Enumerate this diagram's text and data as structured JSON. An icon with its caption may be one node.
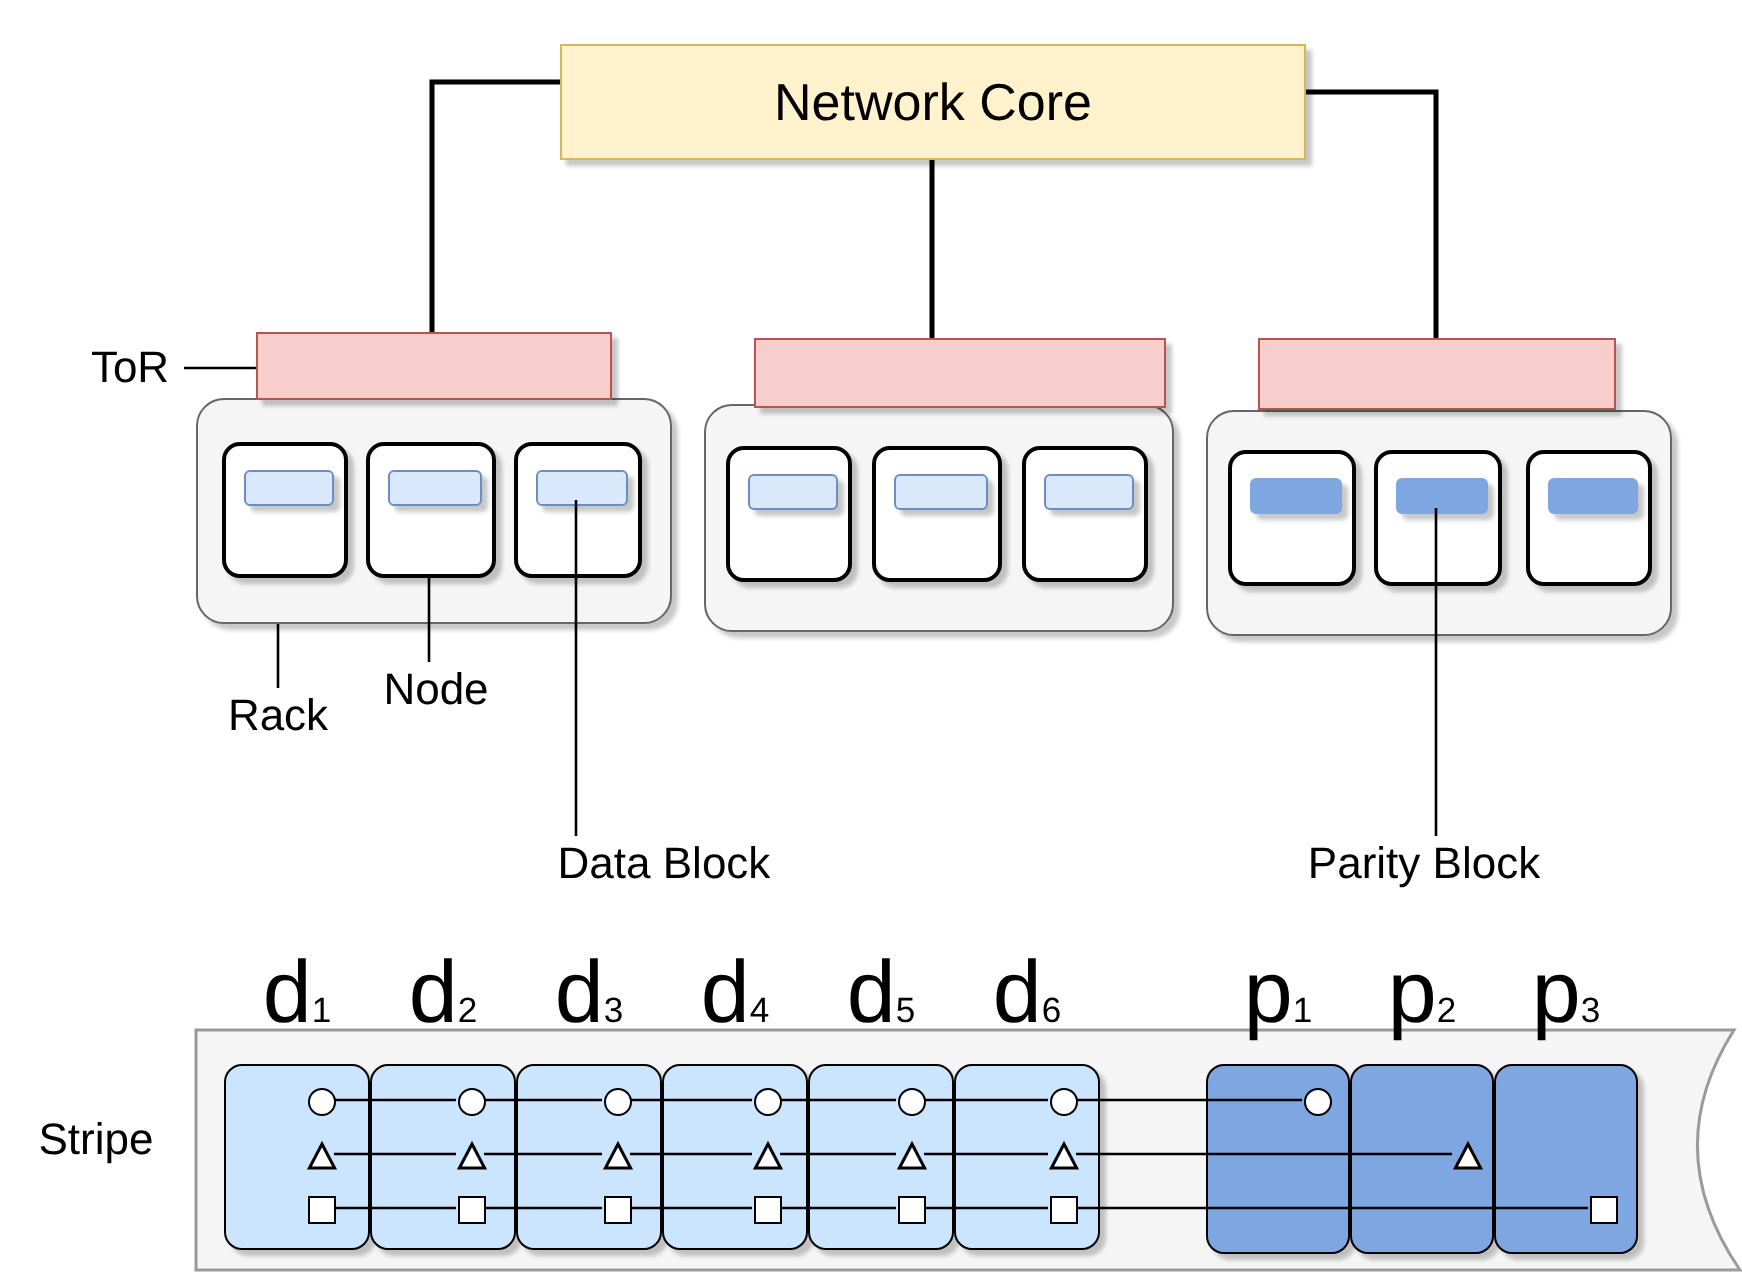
{
  "diagram": {
    "nodes": [
      {
        "text": [
          "Network Core"
        ]
      },
      {
        "text": [
          "ToR"
        ]
      },
      {
        "text": [],
        "shape": "box"
      },
      {
        "text": [],
        "shape": "box"
      },
      {
        "text": [],
        "shape": "box"
      },
      {
        "text": [],
        "shape": "box"
      },
      {
        "text": [],
        "shape": "box",
        "in": 5
      },
      {
        "text": [],
        "shape": "box",
        "in": 5
      },
      {
        "text": [],
        "shape": "box",
        "in": 5
      },
      {
        "text": [],
        "shape": "bar",
        "in": 6
      },
      {
        "text": [],
        "shape": "bar",
        "in": 7
      },
      {
        "text": [],
        "shape": "bar",
        "in": 8
      },
      {
        "text": [],
        "shape": "box"
      },
      {
        "text": [],
        "shape": "box",
        "in": 12
      },
      {
        "text": [],
        "shape": "box",
        "in": 12
      },
      {
        "text": [],
        "shape": "box",
        "in": 12
      },
      {
        "text": [],
        "shape": "bar",
        "in": 13
      },
      {
        "text": [],
        "shape": "bar",
        "in": 14
      },
      {
        "text": [],
        "shape": "bar",
        "in": 15
      },
      {
        "text": [],
        "shape": "box"
      },
      {
        "text": [],
        "shape": "box",
        "in": 19
      },
      {
        "text": [],
        "shape": "box",
        "in": 19
      },
      {
        "text": [],
        "shape": "box",
        "in": 19
      },
      {
        "text": [],
        "shape": "bar",
        "in": 20
      },
      {
        "text": [],
        "shape": "bar",
        "in": 21
      },
      {
        "text": [],
        "shape": "bar",
        "in": 22
      },
      {
        "text": [
          "Rack"
        ]
      },
      {
        "text": [
          "Node"
        ]
      },
      {
        "text": [
          "Data Block"
        ]
      },
      {
        "text": [
          "Parity Block"
        ]
      },
      {
        "text": [],
        "shape": "box",
        "beside": [
          "Stripe"
        ]
      },
      {
        "text": [
          "d$_{1}$"
        ],
        "in": 30
      },
      {
        "text": [
          "d$_{2}$"
        ],
        "in": 30
      },
      {
        "text": [
          "d$_{3}$"
        ],
        "in": 30
      },
      {
        "text": [
          "d$_{4}$"
        ],
        "in": 30
      },
      {
        "text": [
          "d$_{5}$"
        ],
        "in": 30
      },
      {
        "text": [
          "d$_{6}$"
        ],
        "in": 30
      },
      {
        "text": [
          "p$_{1}$"
        ],
        "in": 30
      },
      {
        "text": [
          "p$_{2}$"
        ],
        "in": 30
      },
      {
        "text": [
          "p$_{3}$"
        ],
        "in": 30
      },
      {
        "text": [],
        "shape": "circle",
        "in": 31
      },
      {
        "text": [],
        "shape": "triangle",
        "in": 31
      },
      {
        "text": [],
        "shape": "box",
        "in": 31
      },
      {
        "text": [],
        "shape": "circle",
        "in": 32
      },
      {
        "text": [],
        "shape": "triangle",
        "in": 32
      },
      {
        "text": [],
        "shape": "box",
        "in": 32
      },
      {
        "text": [],
        "shape": "circle",
        "in": 33
      },
      {
        "text": [],
        "shape": "triangle",
        "in": 33
      },
      {
        "text": [],
        "shape": "box",
        "in": 33
      },
      {
        "text": [],
        "shape": "circle",
        "in": 34
      },
      {
        "text": [],
        "shape": "triangle",
        "in": 34
      },
      {
        "text": [],
        "shape": "box",
        "in": 34
      },
      {
        "text": [],
        "shape": "circle",
        "in": 35
      },
      {
        "text": [],
        "shape": "triangle",
        "in": 35
      },
      {
        "text": [],
        "shape": "box",
        "in": 35
      },
      {
        "text": [],
        "shape": "circle",
        "in": 36
      },
      {
        "text": [],
        "shape": "triangle",
        "in": 36
      },
      {
        "text": [],
        "shape": "box",
        "in": 36
      },
      {
        "text": [],
        "shape": "circle",
        "in": 37
      },
      {
        "text": [],
        "shape": "triangle",
        "in": 38
      },
      {
        "text": [],
        "shape": "box",
        "in": 39
      }
    ],
    "edges": [
      {
        "from": 0,
        "to": 2,
        "arrow": "none"
      },
      {
        "from": 0,
        "to": 3,
        "arrow": "none"
      },
      {
        "from": 0,
        "to": 4,
        "arrow": "none"
      },
      {
        "from": 1,
        "to": 2,
        "arrow": "none"
      },
      {
        "from": 26,
        "to": 5,
        "arrow": "none"
      },
      {
        "from": 27,
        "to": 7,
        "arrow": "none"
      },
      {
        "from": 28,
        "to": 11,
        "arrow": "none"
      },
      {
        "from": 29,
        "to": 24,
        "arrow": "none"
      },
      {
        "from": 40,
        "to": 43,
        "arrow": "none"
      },
      {
        "from": 43,
        "to": 46,
        "arrow": "none"
      },
      {
        "from": 46,
        "to": 49,
        "arrow": "none"
      },
      {
        "from": 49,
        "to": 52,
        "arrow": "none"
      },
      {
        "from": 52,
        "to": 55,
        "arrow": "none"
      },
      {
        "from": 55,
        "to": 58,
        "arrow": "none"
      },
      {
        "from": 41,
        "to": 44,
        "arrow": "none"
      },
      {
        "from": 44,
        "to": 47,
        "arrow": "none"
      },
      {
        "from": 47,
        "to": 50,
        "arrow": "none"
      },
      {
        "from": 50,
        "to": 53,
        "arrow": "none"
      },
      {
        "from": 53,
        "to": 56,
        "arrow": "none"
      },
      {
        "from": 56,
        "to": 59,
        "arrow": "none"
      },
      {
        "from": 42,
        "to": 45,
        "arrow": "none"
      },
      {
        "from": 45,
        "to": 48,
        "arrow": "none"
      },
      {
        "from": 48,
        "to": 51,
        "arrow": "none"
      },
      {
        "from": 51,
        "to": 54,
        "arrow": "none"
      },
      {
        "from": 54,
        "to": 57,
        "arrow": "none"
      },
      {
        "from": 57,
        "to": 60,
        "arrow": "none"
      }
    ]
  }
}
